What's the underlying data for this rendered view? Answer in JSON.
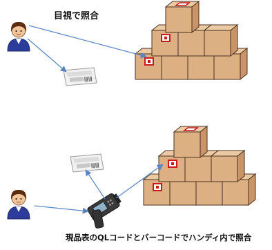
{
  "scene_top": {
    "caption": "目視で照合",
    "method": "visual-check"
  },
  "scene_bottom": {
    "caption": "現品表のQLコードとバーコードでハンディ内で照合",
    "method": "handheld-scanner"
  },
  "colors": {
    "box_front": "#ddb083",
    "box_side": "#c99566",
    "box_top": "#eccba4",
    "box_outline": "#4a3020",
    "label_red": "#cc1a1a",
    "arrow": "#5b86c4",
    "person_body": "#2c3c9a",
    "person_head": "#f1c499",
    "person_hair": "#5a2d10"
  },
  "icons": [
    "person-icon",
    "label-sheet-icon",
    "cardboard-box-stack",
    "handheld-scanner-icon"
  ]
}
